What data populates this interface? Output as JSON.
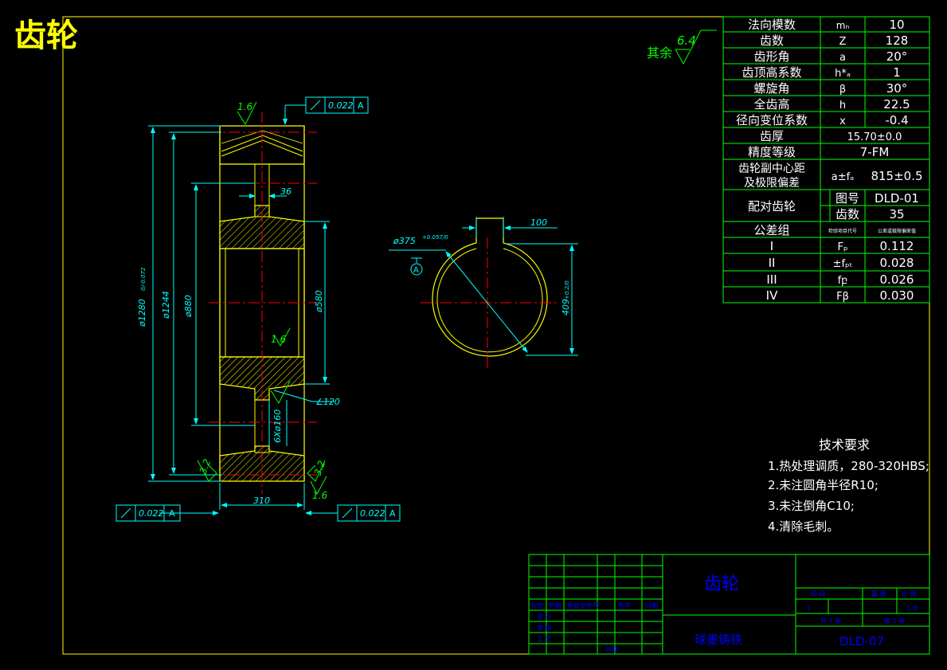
{
  "drawing": {
    "title": "齿轮",
    "remainder_label": "其余",
    "remainder_roughness": "6.4"
  },
  "params_table": {
    "rows": [
      {
        "name": "法向模数",
        "sym": "mₙ",
        "val": "10"
      },
      {
        "name": "齿数",
        "sym": "Z",
        "val": "128"
      },
      {
        "name": "齿形角",
        "sym": "a",
        "val": "20°"
      },
      {
        "name": "齿顶高系数",
        "sym": "h*ₐ",
        "val": "1"
      },
      {
        "name": "螺旋角",
        "sym": "β",
        "val": "30°"
      },
      {
        "name": "全齿高",
        "sym": "h",
        "val": "22.5"
      },
      {
        "name": "径向变位系数",
        "sym": "x",
        "val": "-0.4"
      },
      {
        "name": "齿厚",
        "val": "15.70±0.0"
      },
      {
        "name": "精度等级",
        "val": "7-FM"
      },
      {
        "name": "齿轮副中心距\n及极限偏差",
        "sym": "a±fₐ",
        "val": "815±0.5"
      },
      {
        "name": "配对齿轮",
        "sub": [
          {
            "sym": "图号",
            "val": "DLD-01"
          },
          {
            "sym": "齿数",
            "val": "35"
          }
        ]
      },
      {
        "name": "公差组",
        "sym": "检验项目代号",
        "val": "公差或极限偏差值"
      },
      {
        "name": "I",
        "sym": "Fₚ",
        "val": "0.112"
      },
      {
        "name": "II",
        "sym": "±fₚₜ",
        "val": "0.028"
      },
      {
        "name": "III",
        "sym": "fբ",
        "val": "0.026"
      },
      {
        "name": "IV",
        "sym": "Fβ",
        "val": "0.030"
      }
    ]
  },
  "tech_requirements": {
    "heading": "技术要求",
    "items": [
      "1.热处理调质，280-320HBS;",
      "2.未注圆角半径R10;",
      "3.未注倒角C10;",
      "4.清除毛刺。"
    ]
  },
  "dimensions": {
    "d_outer": "ø1280",
    "d_outer_tol": "0\n-0.072",
    "d_1244": "ø1244",
    "d_880": "ø880",
    "d_580": "ø580",
    "web": "36",
    "width": "310",
    "holes": "6Xø160",
    "chamfer": "120",
    "bore": "ø375",
    "bore_tol": "+0.057\n0",
    "key_width": "100",
    "key_depth": "409",
    "key_depth_tol": "+0.2\n0",
    "rough_16": "1.6",
    "rough_32": "3.2",
    "datum": "A",
    "tol_value": "0.022"
  },
  "title_block": {
    "part_name": "齿轮",
    "material": "球墨铸铁",
    "drawing_no": "DLD-07",
    "qty": "1",
    "scale": "1:8",
    "hdr_stage": "阶 段",
    "hdr_weight": "重 量",
    "hdr_scale": "比 例",
    "sheets_total": "共 1 张",
    "sheet_no": "第 1 张",
    "rev_labels": [
      "标记",
      "处数",
      "更改文件号",
      "签字",
      "日期"
    ],
    "role_labels": [
      "设 计",
      "审 核",
      "工 艺"
    ],
    "approve": "日期"
  },
  "colors": {
    "frame": "#ffff00",
    "outline": "#ffff00",
    "dim": "#00ffff",
    "center": "#ff0000",
    "table": "#00ff00",
    "text_white": "#ffffff",
    "title_blue": "#0000ff",
    "hatch": "#ffff00"
  }
}
